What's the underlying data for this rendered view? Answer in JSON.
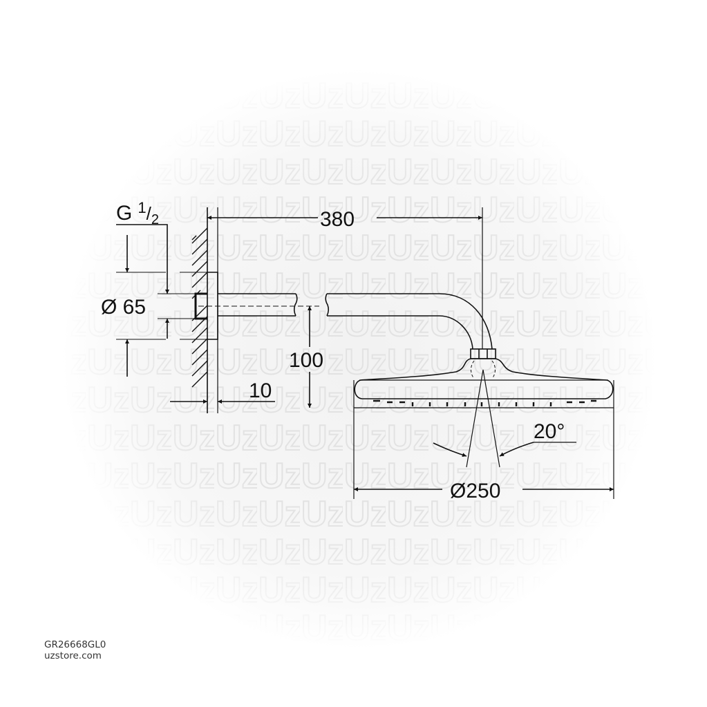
{
  "drawing": {
    "title": "Shower head with wall arm – technical dimension drawing",
    "colors": {
      "line": "#111111",
      "background": "#ffffff",
      "watermark": "#ececec"
    },
    "dimensions": {
      "thread": {
        "prefix": "G",
        "num": "1",
        "den": "2"
      },
      "flange_diameter": "Ø 65",
      "arm_length": "380",
      "drop_height": "100",
      "flange_depth": "10",
      "spray_angle": "20°",
      "head_diameter": "Ø250"
    },
    "watermark_text": "UZ"
  },
  "footer": {
    "product_code": "GR26668GL0",
    "website": "uzstore.com"
  }
}
